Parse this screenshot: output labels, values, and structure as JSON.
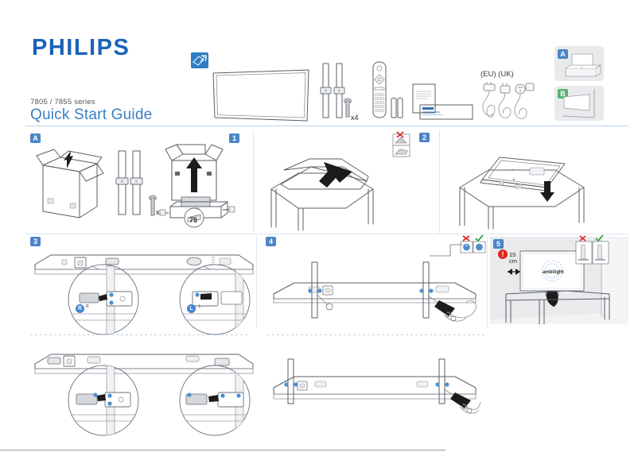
{
  "document": {
    "brand": "PHILIPS",
    "series": "7805 / 7855 series",
    "title": "Quick Start Guide"
  },
  "accessories": {
    "eu_label": "(EU) (UK)",
    "screw_qty": "x4",
    "items": [
      {
        "name": "tv-panel",
        "label": ""
      },
      {
        "name": "stand-legs",
        "label": ""
      },
      {
        "name": "screws",
        "label": "x4"
      },
      {
        "name": "remote-control",
        "label": ""
      },
      {
        "name": "batteries",
        "label": ""
      },
      {
        "name": "documentation",
        "label": ""
      },
      {
        "name": "power-cables",
        "label": "(EU) (UK)"
      }
    ]
  },
  "mount_options": {
    "option_a": "A",
    "option_b": "B",
    "a_color": "#4b85c8",
    "b_color": "#59b36b"
  },
  "steps": {
    "a": {
      "badge": "A"
    },
    "one": {
      "badge": "1"
    },
    "two": {
      "badge": "2"
    },
    "three": {
      "badge": "3",
      "left_marker": "R",
      "right_marker": "L"
    },
    "four": {
      "badge": "4"
    },
    "five": {
      "badge": "5",
      "warning": "!",
      "distance_value": "15",
      "distance_unit": "cm",
      "screen_logo": "ambilight"
    }
  },
  "markers": {
    "screw_count_a": "x4",
    "template_75": "75",
    "cross": "✗",
    "check": "✓"
  },
  "colors": {
    "philips_blue": "#1a63b8",
    "title_blue": "#3a7fc6",
    "badge_blue": "#4b85c8",
    "badge_green": "#59b36b",
    "warn_red": "#e2231a",
    "check_green": "#35a245",
    "cross_red": "#e02b2b",
    "marker_blue": "#3f86cf"
  }
}
